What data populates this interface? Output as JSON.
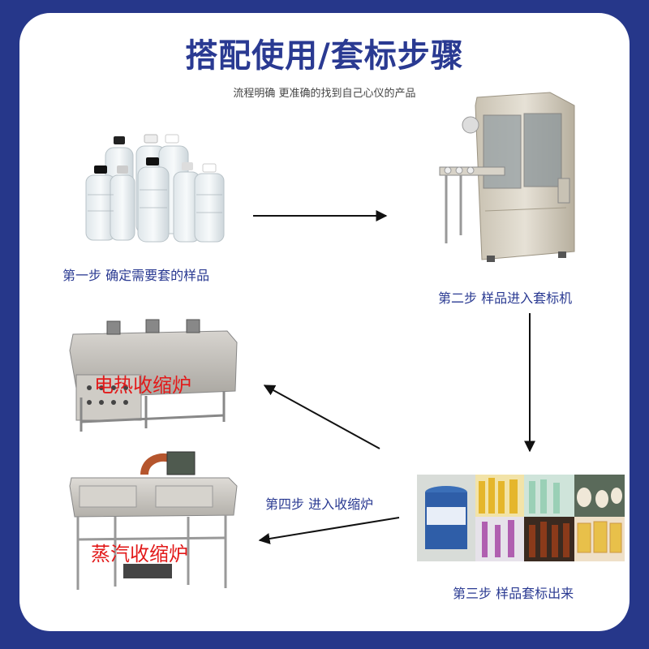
{
  "header": {
    "title": "搭配使用/套标步骤",
    "subtitle": "流程明确 更准确的找到自己心仪的产品"
  },
  "steps": [
    {
      "label": "第一步 确定需要套的样品"
    },
    {
      "label": "第二步 样品进入套标机"
    },
    {
      "label": "第三步 样品套标出来"
    },
    {
      "label": "第四步 进入收缩炉"
    }
  ],
  "machines": {
    "electric_oven": "电热收缩炉",
    "steam_oven": "蒸汽收缩炉"
  },
  "colors": {
    "background": "#26378a",
    "title": "#2a3a92",
    "overlay_text": "#e21a1a"
  }
}
